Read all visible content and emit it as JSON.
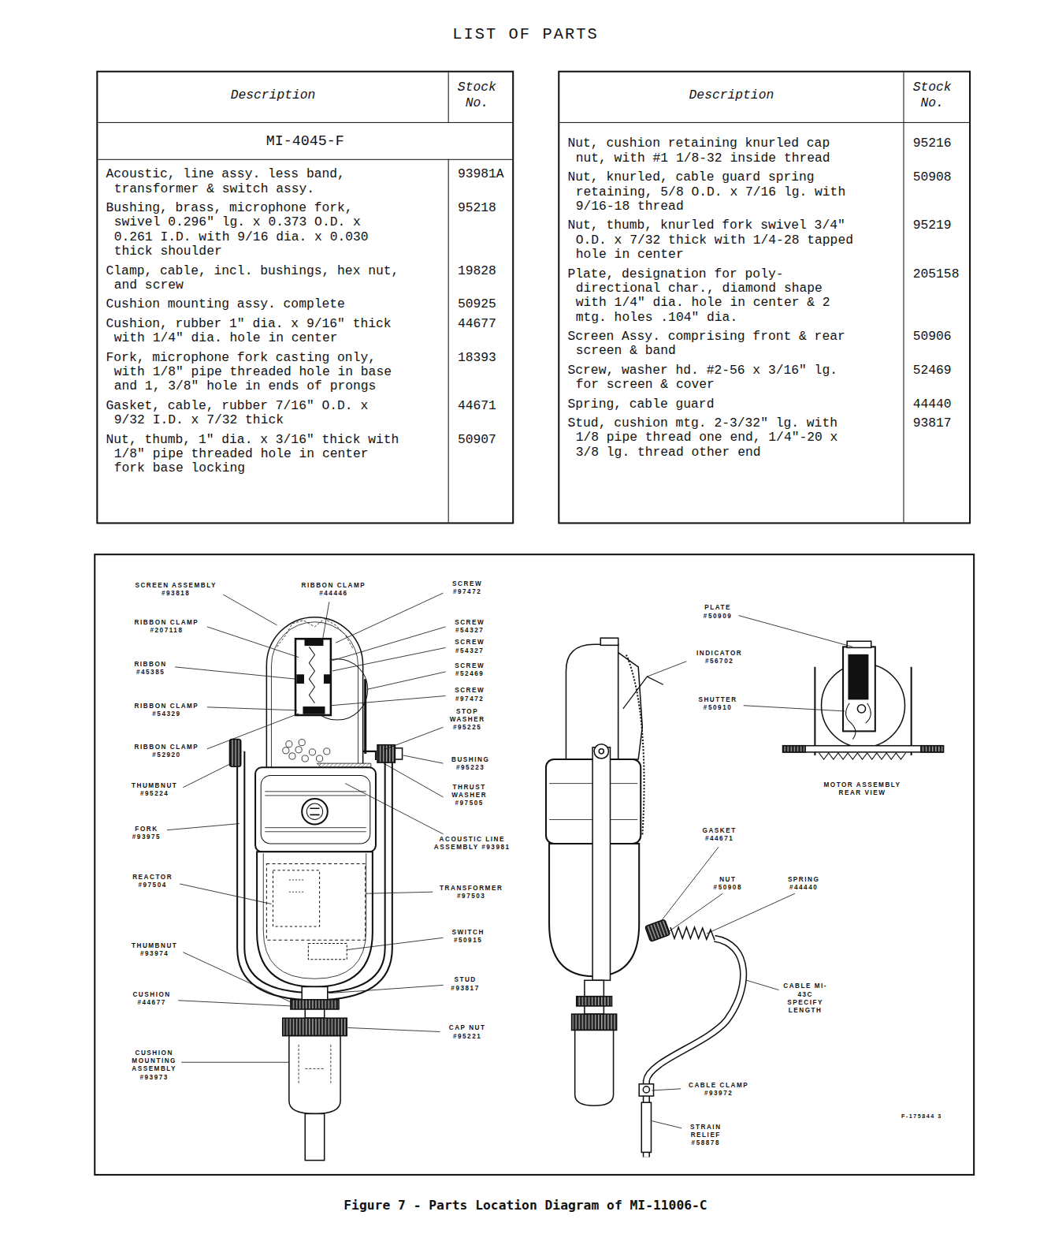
{
  "diagram": {
    "title": "LIST OF PARTS",
    "caption": "Figure 7 - Parts Location Diagram of MI-11006-C",
    "labels": [
      "Description",
      "Stock No.",
      "MI-4045-F",
      "Acoustic, line assy. less band, transformer & switch assy.",
      "93981A",
      "Bushing, brass, microphone fork, swivel 0.296\" lg. x 0.373 O.D. x 0.261 I.D. with 9/16 dia. x 0.030 thick shoulder",
      "95218",
      "Clamp, cable, incl. bushings, hex nut, and screw",
      "19828",
      "Cushion mounting assy. complete",
      "50925",
      "Cushion, rubber 1\" dia. x 9/16\" thick with 1/4\" dia. hole in center",
      "44677",
      "Fork, microphone fork casting only, with 1/8\" pipe threaded hole in base and 1, 3/8\" hole in ends of prongs",
      "18393",
      "Gasket, cable, rubber 7/16\" O.D. x 9/32 I.D. x 7/32 thick",
      "44671",
      "Nut, thumb, 1\" dia. x 3/16\" thick with 1/8\" pipe threaded hole in center fork base locking",
      "50907",
      "Description",
      "Stock No.",
      "Nut, cushion retaining knurled cap nut, with #1 1/8-32 inside thread",
      "95216",
      "Nut, knurled, cable guard spring retaining, 5/8 O.D. x 7/16 lg. with 9/16-18 thread",
      "50908",
      "Nut, thumb, knurled fork swivel 3/4\" O.D. x 7/32 thick with 1/4-28 tapped hole in center",
      "95219",
      "Plate, designation for poly-directional char., diamond shape with 1/4\" dia. hole in center & 2 mtg. holes .104\" dia.",
      "205158",
      "Screen Assy. comprising front & rear screen & band",
      "50906",
      "Screw, washer hd. #2-56 x 3/16\" lg. for screen & cover",
      "52469",
      "Spring, cable guard",
      "44440",
      "Stud, cushion mtg. 2-3/32\" lg. with 1/8 pipe thread one end, 1/4\"-20 x 3/8 lg. thread other end",
      "93817",
      "SCREEN ASSEMBLY #93818",
      "RIBBON CLAMP #44446",
      "SCREW #97472",
      "RIBBON CLAMP #207118",
      "SCREW #54327",
      "SCREW #54327",
      "RIBBON #45385",
      "SCREW #52469",
      "SCREW #97472",
      "RIBBON CLAMP #54329",
      "STOP WASHER #95225",
      "RIBBON CLAMP #52920",
      "BUSHING #95223",
      "THUMBNUT #95224",
      "THRUST WASHER #97505",
      "FORK #93975",
      "ACOUSTIC LINE ASSEMBLY #93981",
      "REACTOR #97504",
      "TRANSFORMER #97503",
      "SWITCH #50915",
      "THUMBNUT #93974",
      "STUD #93817",
      "CUSHION #44677",
      "CAP NUT #95221",
      "CUSHION MOUNTING ASSEMBLY #93973",
      "PLATE #50909",
      "INDICATOR #56702",
      "SHUTTER #50910",
      "MOTOR ASSEMBLY REAR VIEW",
      "GASKET #44671",
      "NUT #50908",
      "SPRING #44440",
      "CABLE MI-43C SPECIFY LENGTH",
      "CABLE CLAMP #93972",
      "STRAIN RELIEF #58878",
      "F-175844 3"
    ]
  }
}
